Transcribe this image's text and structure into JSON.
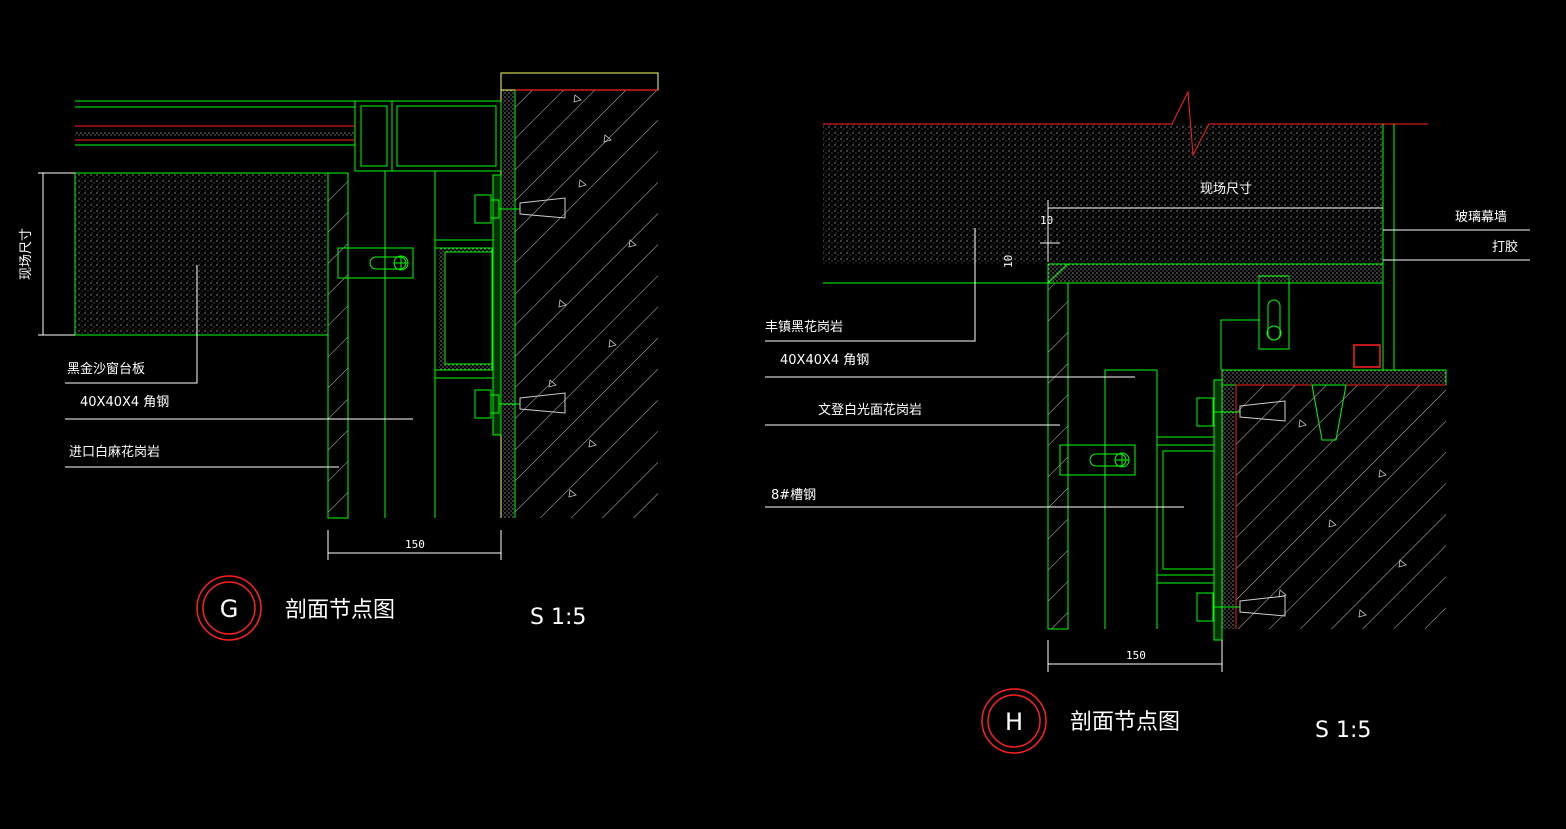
{
  "colors": {
    "background": "#000000",
    "frame": "#00ff00",
    "cut_line": "#ff2020",
    "hatch": "#cfcfcf",
    "text": "#ffffff",
    "border_yellow": "#ffff66",
    "leader": "#ffffff"
  },
  "details": [
    {
      "id": "G",
      "marker": "G",
      "title": "剖面节点图",
      "scale": "S 1:5",
      "dimension": "150",
      "vertical_dimension": "现场尺寸",
      "labels": [
        "黑金沙窗台板",
        "40X40X4 角钢",
        "进口白麻花岗岩"
      ]
    },
    {
      "id": "H",
      "marker": "H",
      "title": "剖面节点图",
      "scale": "S 1:5",
      "dimension": "150",
      "top_dimension": "现场尺寸",
      "small_dims": [
        "10",
        "10"
      ],
      "labels": [
        "丰镇黑花岗岩",
        "40X40X4 角钢",
        "文登白光面花岗岩",
        "8#槽钢",
        "玻璃幕墙",
        "打胶"
      ]
    }
  ]
}
